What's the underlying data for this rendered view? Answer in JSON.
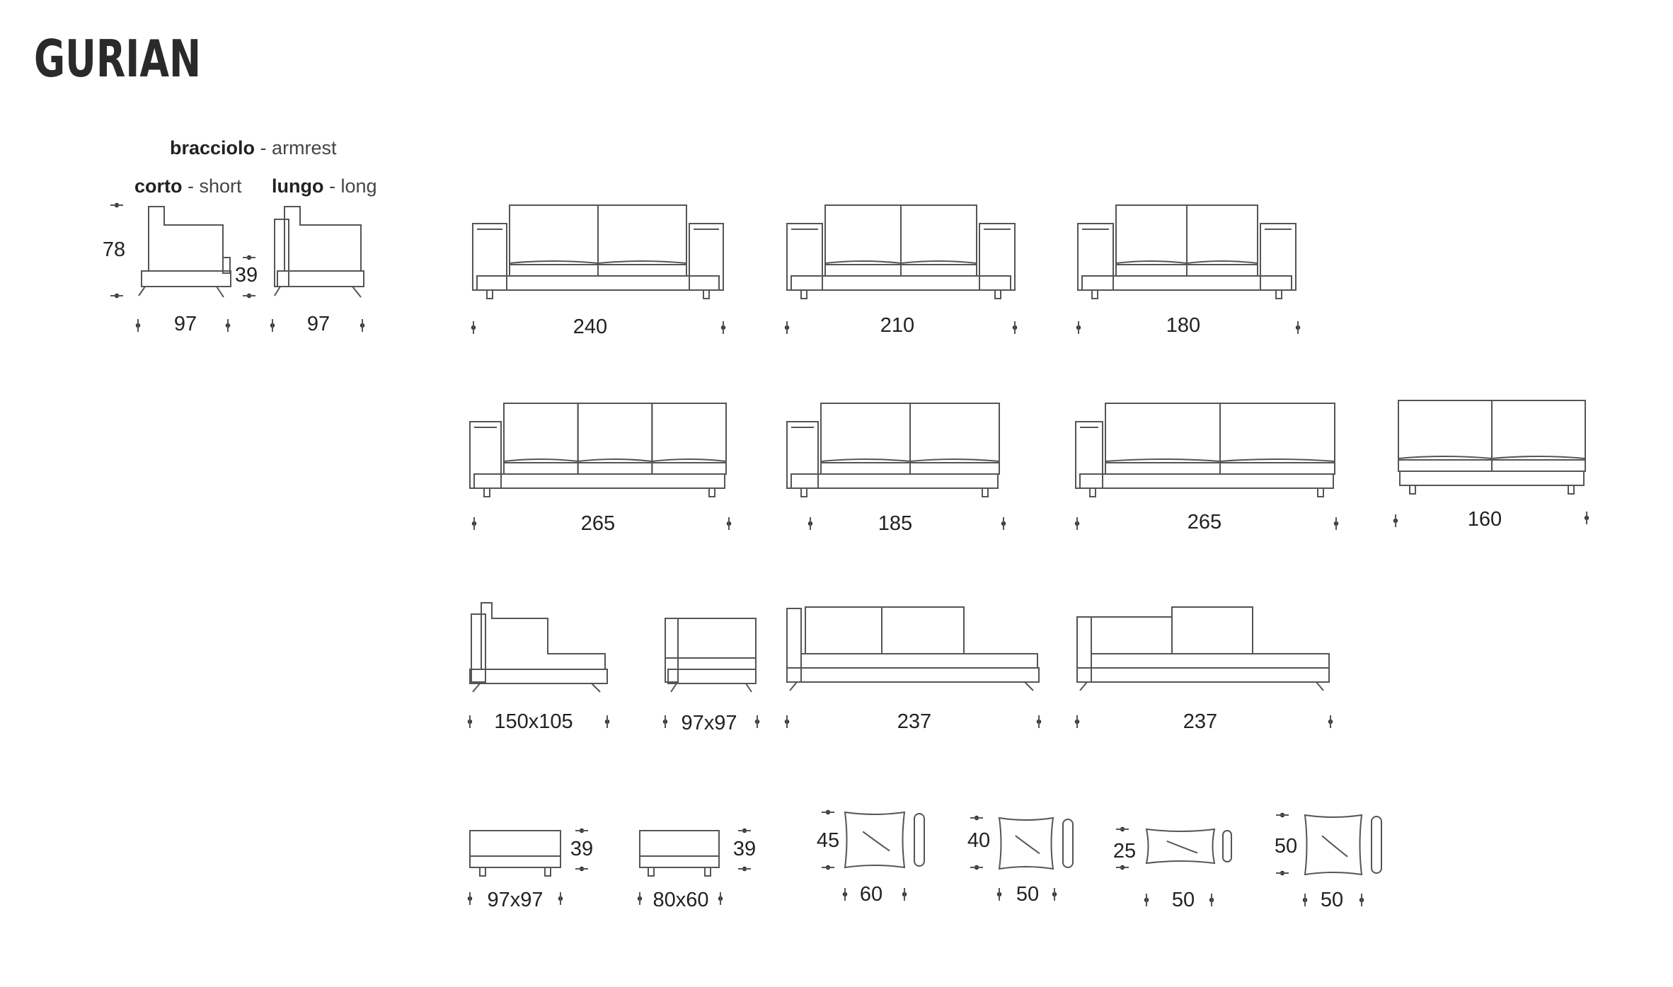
{
  "logo": {
    "text": "GURIAN"
  },
  "armrest": {
    "title_it": "bracciolo",
    "title_sep": " - ",
    "title_en": "armrest",
    "short_it": "corto",
    "short_sep": " - ",
    "short_en": "short",
    "long_it": "lungo",
    "long_sep": " - ",
    "long_en": "long",
    "height": "78",
    "arm_height": "39",
    "short_width": "97",
    "long_width": "97"
  },
  "row1": [
    {
      "label": "240"
    },
    {
      "label": "210"
    },
    {
      "label": "180"
    }
  ],
  "row2": [
    {
      "label": "265"
    },
    {
      "label": "185"
    },
    {
      "label": "265"
    },
    {
      "label": "160"
    }
  ],
  "row3": [
    {
      "label": "150x105"
    },
    {
      "label": "97x97"
    },
    {
      "label": "237"
    },
    {
      "label": "237"
    }
  ],
  "row4": {
    "poufs": [
      {
        "label": "97x97",
        "height": "39"
      },
      {
        "label": "80x60",
        "height": "39"
      }
    ],
    "cushions": [
      {
        "width": "60",
        "height": "45"
      },
      {
        "width": "50",
        "height": "40"
      },
      {
        "width": "50",
        "height": "25"
      },
      {
        "width": "50",
        "height": "50"
      }
    ]
  },
  "colors": {
    "line": "#555555",
    "text": "#222222"
  }
}
